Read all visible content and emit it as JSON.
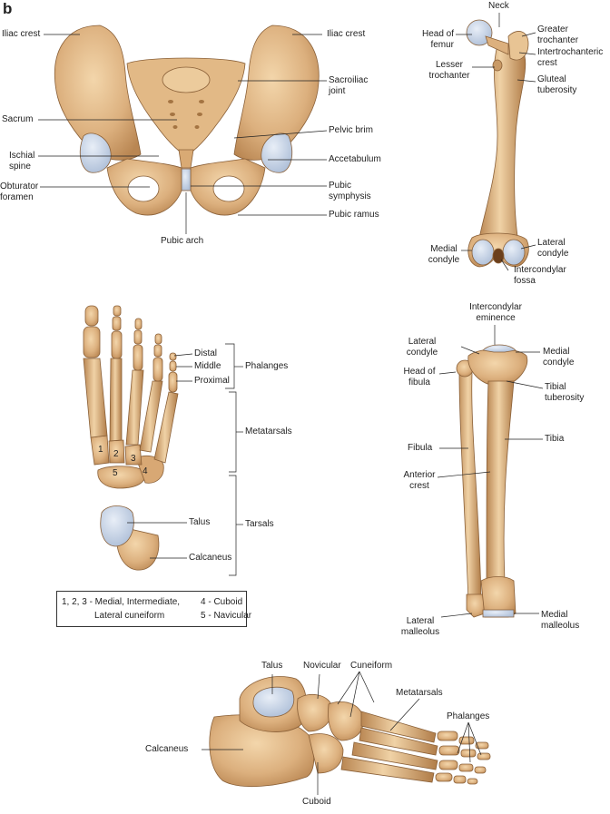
{
  "panel_letter": "b",
  "colors": {
    "bone": "#dcb07e",
    "bone_dark": "#a87a48",
    "bone_light": "#f0d2a6",
    "cartilage": "#c9d7ea",
    "line": "#222222"
  },
  "pelvis": {
    "iliac_crest_left": "Iliac crest",
    "iliac_crest_right": "Iliac crest",
    "sacroiliac_joint": "Sacroiliac\njoint",
    "sacrum": "Sacrum",
    "pelvic_brim": "Pelvic brim",
    "ischial_spine": "Ischial\nspine",
    "accetabulum": "Accetabulum",
    "obturator_foramen": "Obturator\nforamen",
    "pubic_symphysis": "Pubic\nsymphysis",
    "pubic_ramus": "Pubic ramus",
    "pubic_arch": "Pubic arch"
  },
  "femur": {
    "neck": "Neck",
    "head_of_femur": "Head of\nfemur",
    "greater_trochanter": "Greater\ntrochanter",
    "intertrochanteric_crest": "Intertrochanteric\ncrest",
    "lesser_trochanter": "Lesser\ntrochanter",
    "gluteal_tuberosity": "Gluteal\ntuberosity",
    "medial_condyle": "Medial\ncondyle",
    "lateral_condyle": "Lateral\ncondyle",
    "intercondylar_fossa": "Intercondylar\nfossa"
  },
  "foot_dorsal": {
    "distal": "Distal",
    "middle": "Middle",
    "proximal": "Proximal",
    "phalanges": "Phalanges",
    "metatarsals": "Metatarsals",
    "talus": "Talus",
    "tarsals": "Tarsals",
    "calcaneus": "Calcaneus",
    "num_1": "1",
    "num_2": "2",
    "num_3": "3",
    "num_4": "4",
    "num_5": "5",
    "legend_line1_left": "1, 2, 3 - Medial, Intermediate,",
    "legend_line1_right": "4 - Cuboid",
    "legend_line2_left": "Lateral cuneiform",
    "legend_line2_right": "5 - Navicular"
  },
  "leg": {
    "intercondylar_eminence": "Intercondylar\neminence",
    "lateral_condyle": "Lateral\ncondyle",
    "medial_condyle": "Medial\ncondyle",
    "head_of_fibula": "Head of\nfibula",
    "tibial_tuberosity": "Tibial\ntuberosity",
    "fibula": "Fibula",
    "tibia": "Tibia",
    "anterior_crest": "Anterior\ncrest",
    "lateral_malleolus": "Lateral\nmalleolus",
    "medial_malleolus": "Medial\nmalleolus"
  },
  "foot_lateral": {
    "talus": "Talus",
    "novicular": "Novicular",
    "cuneiform": "Cuneiform",
    "metatarsals": "Metatarsals",
    "phalanges": "Phalanges",
    "calcaneus": "Calcaneus",
    "cuboid": "Cuboid"
  }
}
